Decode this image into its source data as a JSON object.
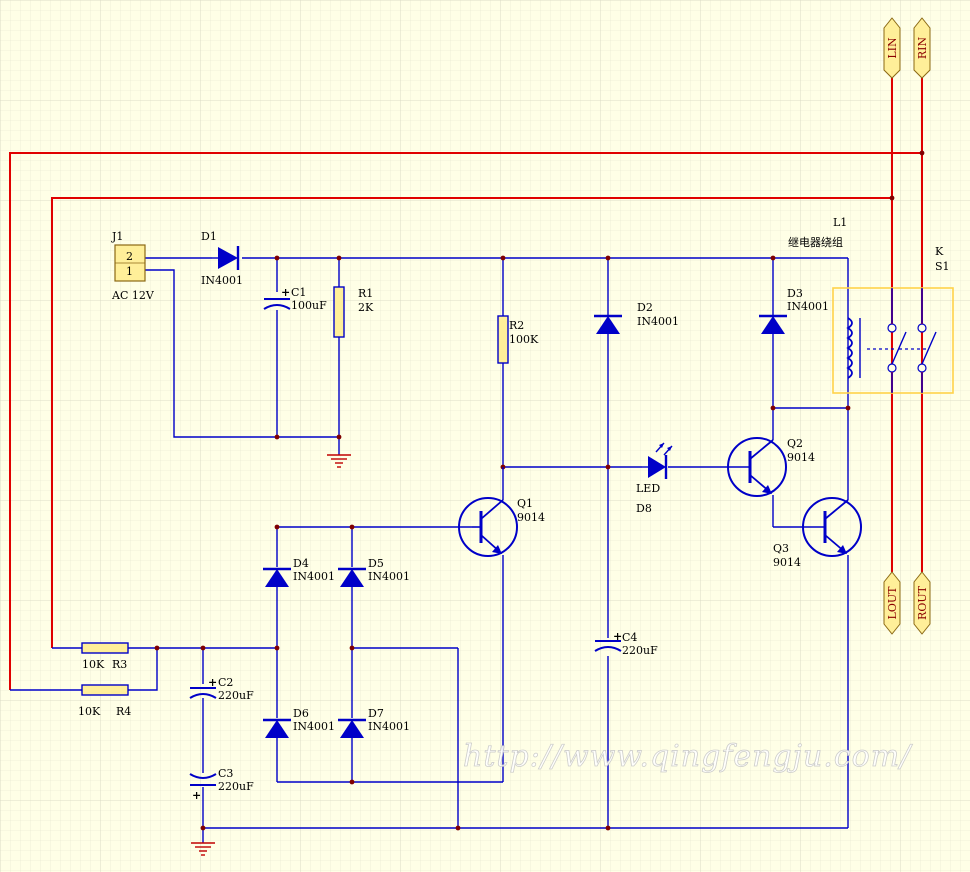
{
  "colors": {
    "background": "#ffffe6",
    "grid": "#d6d6c2",
    "wire_blue": "#0000c8",
    "wire_red": "#e00000",
    "component": "#0000c8",
    "relay_box": "#ffd24a",
    "port_fill": "#ffef99",
    "junction": "#800000"
  },
  "connector": {
    "designator": "J1",
    "pin2": "2",
    "pin1": "1",
    "value": "AC 12V"
  },
  "diodes": {
    "d1": {
      "ref": "D1",
      "value": "IN4001"
    },
    "d2": {
      "ref": "D2",
      "value": "IN4001"
    },
    "d3": {
      "ref": "D3",
      "value": "IN4001"
    },
    "d4": {
      "ref": "D4",
      "value": "IN4001"
    },
    "d5": {
      "ref": "D5",
      "value": "IN4001"
    },
    "d6": {
      "ref": "D6",
      "value": "IN4001"
    },
    "d7": {
      "ref": "D7",
      "value": "IN4001"
    }
  },
  "led": {
    "label": "LED",
    "ref": "D8"
  },
  "capacitors": {
    "c1": {
      "ref": "C1",
      "value": "100uF"
    },
    "c2": {
      "ref": "C2",
      "value": "220uF"
    },
    "c3": {
      "ref": "C3",
      "value": "220uF"
    },
    "c4": {
      "ref": "C4",
      "value": "220uF"
    }
  },
  "resistors": {
    "r1": {
      "ref": "R1",
      "value": "2K"
    },
    "r2": {
      "ref": "R2",
      "value": "100K"
    },
    "r3": {
      "ref": "R3",
      "value": "10K"
    },
    "r4": {
      "ref": "R4",
      "value": "10K"
    }
  },
  "transistors": {
    "q1": {
      "ref": "Q1",
      "value": "9014"
    },
    "q2": {
      "ref": "Q2",
      "value": "9014"
    },
    "q3": {
      "ref": "Q3",
      "value": "9014"
    }
  },
  "relay": {
    "coil_ref": "L1",
    "coil_name": "继电器绕组",
    "switch_ref": "K",
    "switch_name": "S1"
  },
  "ports": {
    "lin": "LIN",
    "rin": "RIN",
    "lout": "LOUT",
    "rout": "ROUT"
  },
  "watermark": "http://www.qingfengju.com/"
}
